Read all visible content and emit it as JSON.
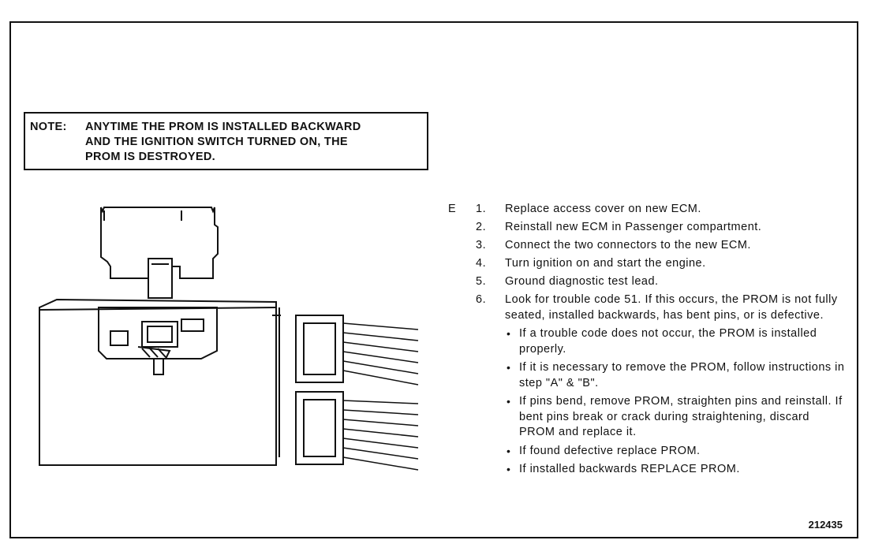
{
  "note": {
    "label": "NOTE:",
    "lines": [
      "ANYTIME THE PROM IS INSTALLED BACKWARD",
      "AND THE IGNITION SWITCH TURNED ON, THE",
      "PROM IS DESTROYED."
    ]
  },
  "procedure": {
    "section_letter": "E",
    "steps": [
      {
        "num": "1.",
        "text": "Replace access cover on new ECM."
      },
      {
        "num": "2.",
        "text": "Reinstall new ECM in Passenger compartment."
      },
      {
        "num": "3.",
        "text": "Connect the two connectors to the new ECM."
      },
      {
        "num": "4.",
        "text": "Turn ignition on and start the engine."
      },
      {
        "num": "5.",
        "text": "Ground diagnostic test lead."
      },
      {
        "num": "6.",
        "text": "Look for trouble code 51. If this occurs, the PROM is not fully seated, installed backwards, has bent pins, or is defective.",
        "bullets": [
          "If a trouble code does not occur, the PROM is installed properly.",
          "If it is necessary to remove the PROM, follow instructions in step \"A\" & \"B\".",
          "If pins bend, remove PROM, straighten pins and reinstall. If bent pins break or crack during straightening, discard PROM and replace it.",
          "If found defective replace PROM.",
          "If installed backwards REPLACE PROM."
        ]
      }
    ]
  },
  "figure_number": "212435"
}
